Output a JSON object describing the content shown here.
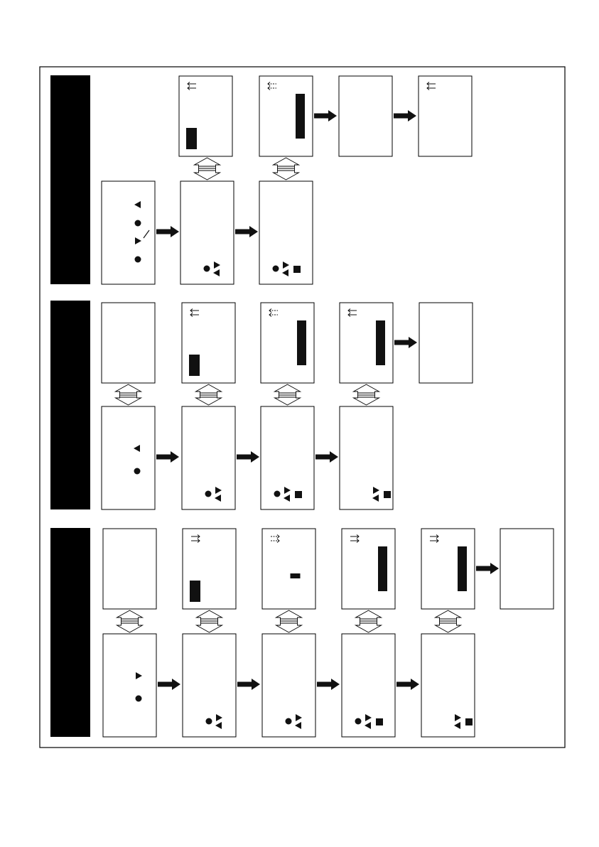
{
  "page": {
    "background": "#ffffff",
    "ink": "#111111",
    "frame": "#000000"
  },
  "sections": [
    {
      "name": "section-1",
      "top_screens": [
        {
          "state": "empty"
        },
        {
          "state": "arrows-left",
          "bar": "short"
        },
        {
          "state": "arrows-left-dotted",
          "bar": "tall"
        },
        {
          "state": "blank"
        },
        {
          "state": "arrows-left"
        }
      ],
      "bottom_screens": [
        {
          "icons": [
            "play-left",
            "record",
            "play-right-slash",
            "record"
          ]
        },
        {
          "icons": [
            "record",
            "play-right",
            "play-left"
          ]
        },
        {
          "icons": [
            "record",
            "play-right",
            "play-left",
            "stop"
          ]
        }
      ]
    },
    {
      "name": "section-2",
      "top_screens": [
        {
          "state": "blank"
        },
        {
          "state": "arrows-left",
          "bar": "short"
        },
        {
          "state": "arrows-left-dotted",
          "bar": "tall"
        },
        {
          "state": "arrows-left",
          "bar": "tall"
        },
        {
          "state": "blank"
        }
      ],
      "bottom_screens": [
        {
          "icons": [
            "play-left",
            "record"
          ]
        },
        {
          "icons": [
            "record",
            "play-right",
            "play-left"
          ]
        },
        {
          "icons": [
            "record",
            "play-right",
            "play-left",
            "stop"
          ]
        },
        {
          "icons": [
            "play-right",
            "play-left",
            "stop"
          ]
        }
      ]
    },
    {
      "name": "section-3",
      "top_screens": [
        {
          "state": "blank"
        },
        {
          "state": "arrows-right",
          "bar": "short"
        },
        {
          "state": "arrows-right-dotted",
          "bar": "dash"
        },
        {
          "state": "arrows-right",
          "bar": "tall"
        },
        {
          "state": "arrows-right",
          "bar": "tall"
        },
        {
          "state": "blank"
        }
      ],
      "bottom_screens": [
        {
          "icons": [
            "play-right",
            "record"
          ]
        },
        {
          "icons": [
            "record",
            "play-right",
            "play-left"
          ]
        },
        {
          "icons": [
            "record",
            "play-right",
            "play-left"
          ]
        },
        {
          "icons": [
            "record",
            "play-right",
            "play-left",
            "stop"
          ]
        },
        {
          "icons": [
            "play-right",
            "play-left",
            "stop"
          ]
        }
      ]
    }
  ]
}
